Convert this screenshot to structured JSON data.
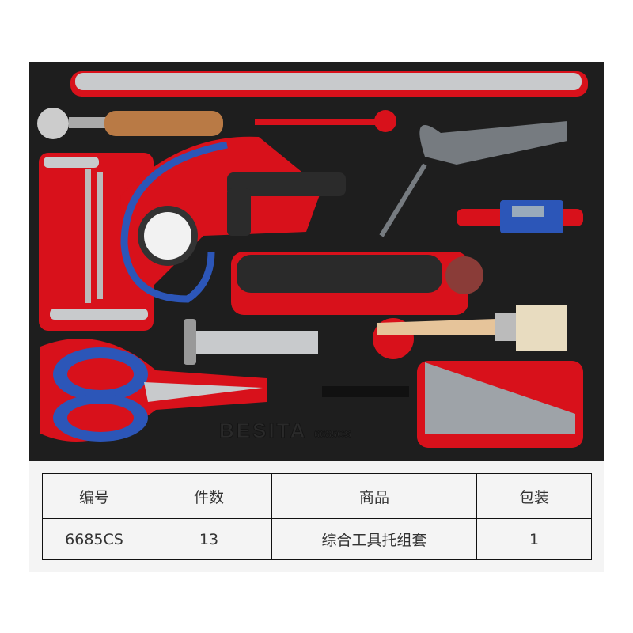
{
  "product_image": {
    "brand_logo": "BESITA",
    "tray_model": "6685CS",
    "colors": {
      "tray": "#1e1e1e",
      "cutout": "#d8111b",
      "chrome": "#c8cacc",
      "blue": "#2c56b8"
    }
  },
  "spec_table": {
    "headers": [
      "编号",
      "件数",
      "商品",
      "包装"
    ],
    "rows": [
      [
        "6685CS",
        "13",
        "综合工具托组套",
        "1"
      ]
    ]
  }
}
